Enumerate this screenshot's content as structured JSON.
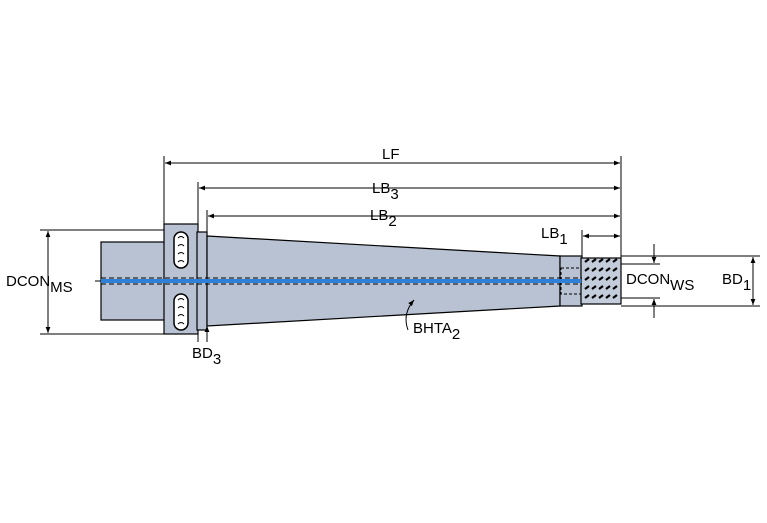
{
  "labels": {
    "lf": "LF",
    "lb3": {
      "base": "LB",
      "sub": "3"
    },
    "lb2": {
      "base": "LB",
      "sub": "2"
    },
    "lb1": {
      "base": "LB",
      "sub": "1"
    },
    "dcon_ms": {
      "base": "DCON",
      "sub": "MS"
    },
    "dcon_ws": {
      "base": "DCON",
      "sub": "WS"
    },
    "bd1": {
      "base": "BD",
      "sub": "1"
    },
    "bd3": {
      "base": "BD",
      "sub": "3"
    },
    "bhta2": {
      "base": "BHTA",
      "sub": "2"
    }
  },
  "colors": {
    "body": "#b8c2d2",
    "body_dark": "#a9b3c4",
    "coolant": "#2f80d8",
    "line": "#000000"
  }
}
